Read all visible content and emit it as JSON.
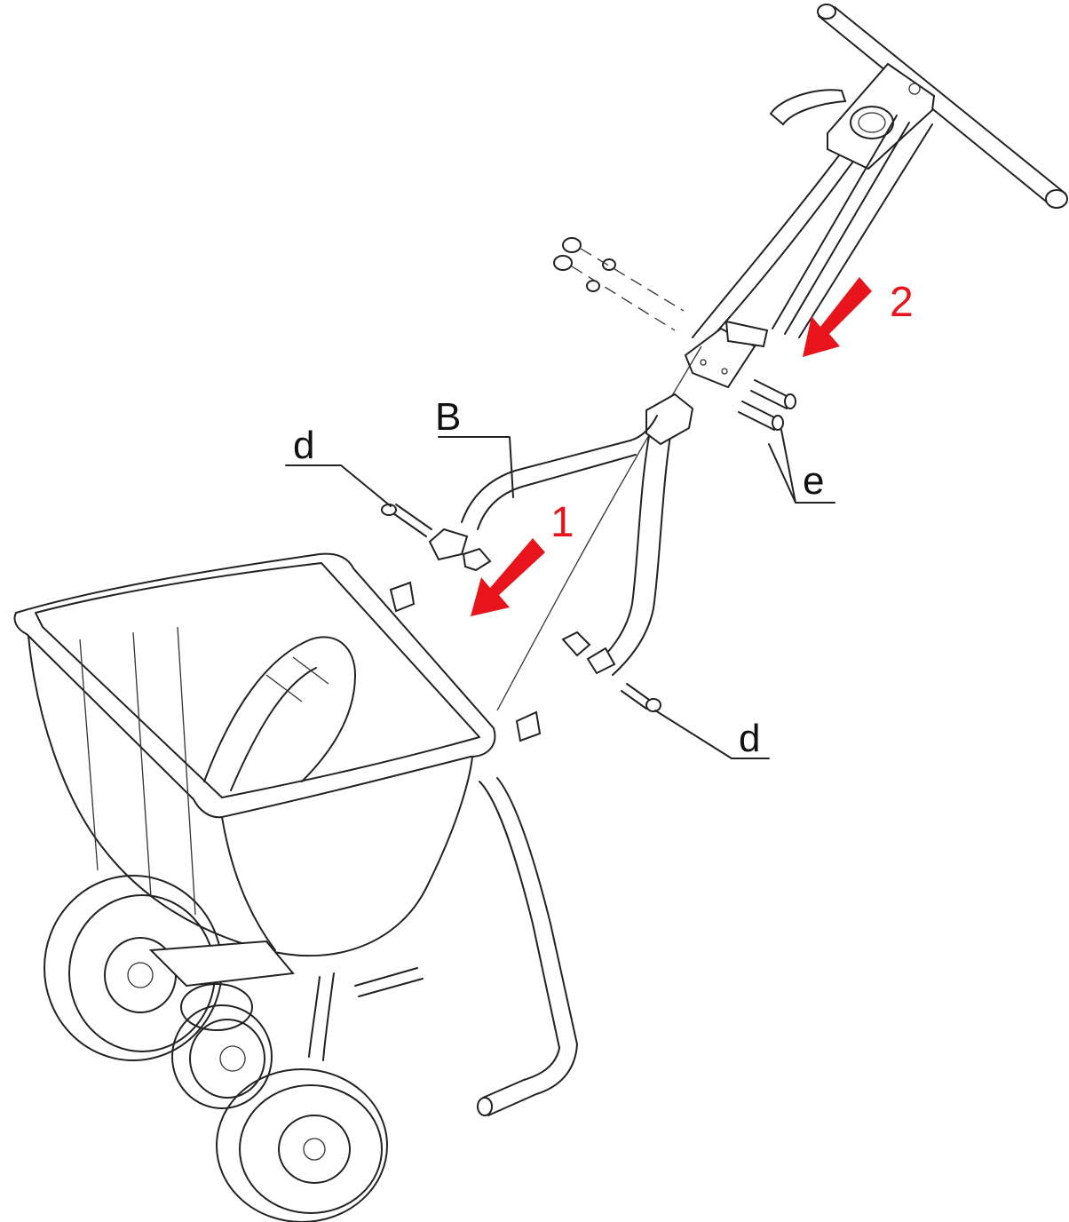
{
  "colors": {
    "line": "#222222",
    "accent": "#e8141b",
    "background": "#ffffff"
  },
  "labels": {
    "B": "B",
    "d_upper": "d",
    "d_lower": "d",
    "e": "e"
  },
  "steps": [
    {
      "number": "1"
    },
    {
      "number": "2"
    }
  ]
}
